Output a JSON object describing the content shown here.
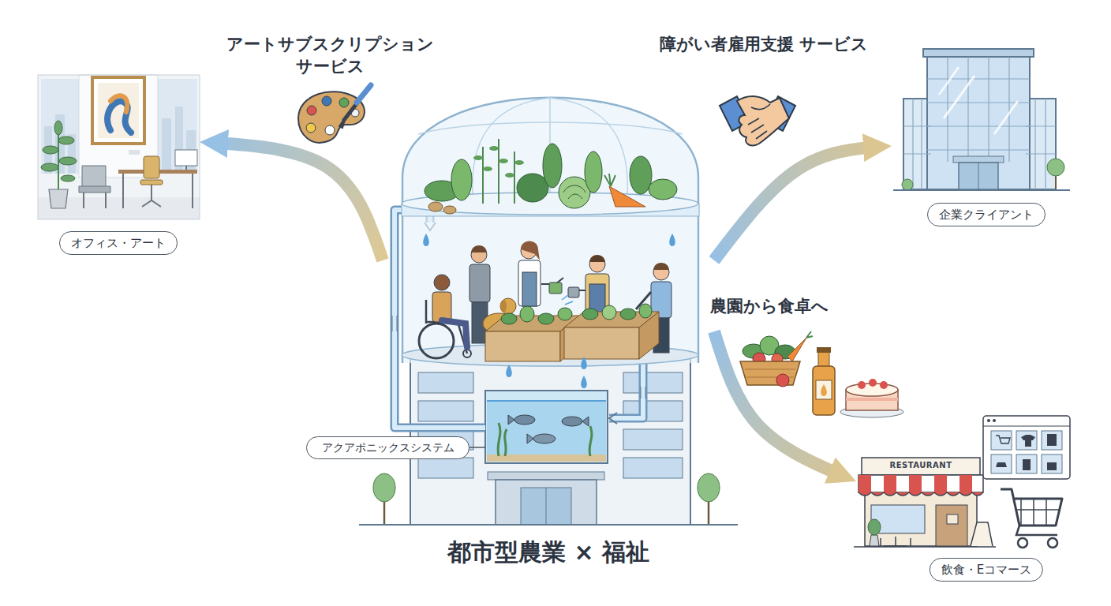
{
  "diagram": {
    "nodes": [
      {
        "text": [
          "オフィス・アート"
        ]
      },
      {
        "text": [
          "都市型農業 × 福祉"
        ]
      },
      {
        "text": [
          "アクアポニックスシステム"
        ],
        "in": 1
      },
      {
        "text": [
          "企業クライアント"
        ]
      },
      {
        "text": [
          "飲食・Eコマース"
        ]
      }
    ],
    "edges": [
      {
        "from": 1,
        "to": 0,
        "arrow": "to",
        "label": "アートサブスクリプション サービス"
      },
      {
        "from": 1,
        "to": 3,
        "arrow": "to",
        "label": "障がい者雇用支援 サービス"
      },
      {
        "from": 1,
        "to": 4,
        "arrow": "to",
        "label": "農園から食卓へ"
      }
    ],
    "labels": [
      "RESTAURANT"
    ]
  }
}
